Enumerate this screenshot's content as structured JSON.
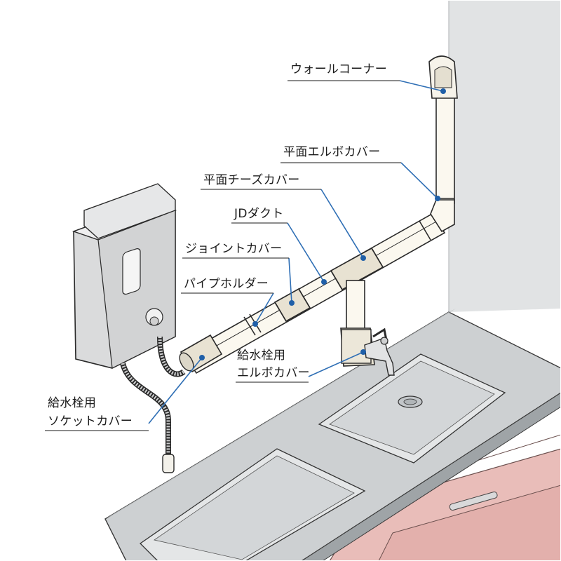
{
  "labels": {
    "wall_corner": "ウォールコーナー",
    "flat_elbow_cover": "平面エルボカバー",
    "flat_tee_cover": "平面チーズカバー",
    "jd_duct": "JDダクト",
    "joint_cover": "ジョイントカバー",
    "pipe_holder": "パイプホルダー",
    "faucet_elbow_cover_line1": "給水栓用",
    "faucet_elbow_cover_line2": "エルボカバー",
    "faucet_socket_cover_line1": "給水栓用",
    "faucet_socket_cover_line2": "ソケットカバー"
  },
  "colors": {
    "leader": "#2f6fb5",
    "dot": "#1f5fa8",
    "pipe": "#fbf8ef",
    "wall_shade": "#e9eaeb",
    "counter": "#c9ccce",
    "cabinet": "#e8b9b6",
    "heater": "#d9dadb"
  }
}
